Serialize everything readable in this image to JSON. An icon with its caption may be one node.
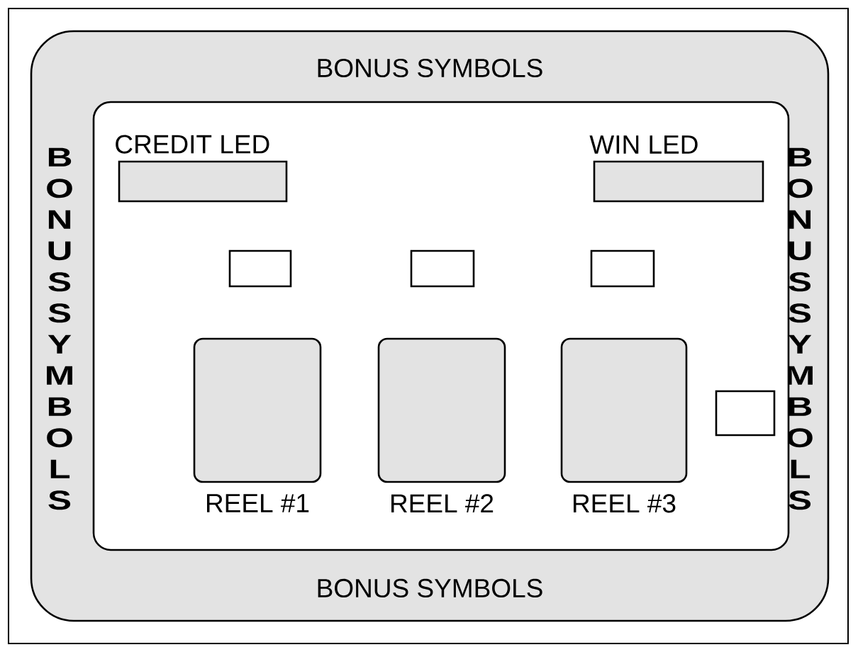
{
  "diagram": {
    "nodes": [
      {
        "text": [
          "BONUS SYMBOLS",
          "BONUS SYMBOLS",
          "BONUS SYMBOLS",
          "BONUS SYMBOLS"
        ]
      },
      {
        "text": [],
        "shape": "box",
        "in": 0
      },
      {
        "text": [
          "CREDIT LED"
        ],
        "in": 1
      },
      {
        "text": [
          "WIN LED"
        ],
        "in": 1
      },
      {
        "text": [],
        "shape": "box",
        "in": 1
      },
      {
        "text": [],
        "shape": "box",
        "in": 1
      },
      {
        "text": [],
        "shape": "box",
        "in": 1
      },
      {
        "text": [
          "REEL #1"
        ],
        "in": 1
      },
      {
        "text": [
          "REEL #2"
        ],
        "in": 1
      },
      {
        "text": [
          "REEL #3"
        ],
        "in": 1
      },
      {
        "text": [],
        "shape": "box",
        "in": 1
      }
    ]
  }
}
